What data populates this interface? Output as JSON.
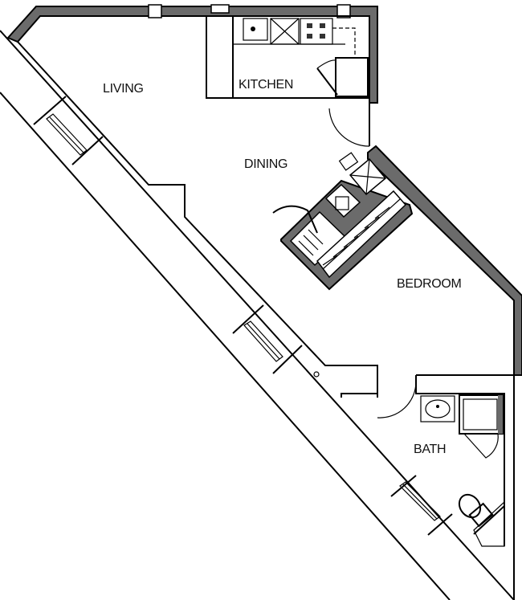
{
  "plan": {
    "type": "apartment floor plan",
    "rooms": [
      {
        "id": "living",
        "label": "LIVING"
      },
      {
        "id": "kitchen",
        "label": "KITCHEN"
      },
      {
        "id": "dining",
        "label": "DINING"
      },
      {
        "id": "bedroom",
        "label": "BEDROOM"
      },
      {
        "id": "bath",
        "label": "BATH"
      }
    ],
    "fixtures": [
      "kitchen-sink",
      "dishwasher",
      "range-cooktop",
      "refrigerator",
      "closet",
      "water-heater",
      "bathroom-sink",
      "shower",
      "toilet"
    ],
    "colors": {
      "exterior_wall": "#6b6b6b",
      "outline": "#000000",
      "background": "#ffffff"
    }
  }
}
